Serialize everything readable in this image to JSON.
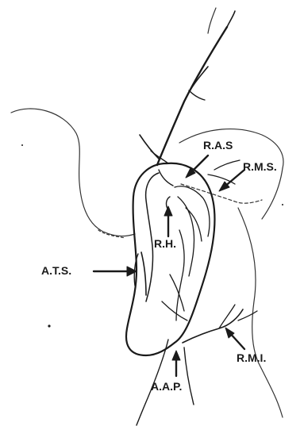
{
  "labels": {
    "ras": "R.A.S",
    "rms": "R.M.S.",
    "rh": "R.H.",
    "ats": "A.T.S.",
    "rmi": "R.M.I.",
    "aap": "A.A.P."
  },
  "colors": {
    "ink": "#1a1a1a",
    "background": "#ffffff"
  }
}
